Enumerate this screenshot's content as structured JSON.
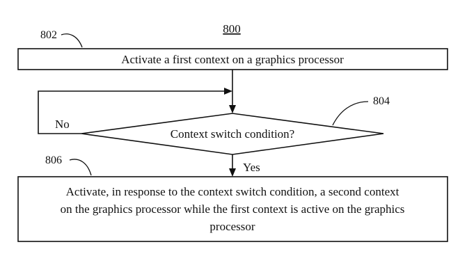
{
  "figure": {
    "number": "800"
  },
  "steps": [
    {
      "ref": "802",
      "lines": [
        "Activate a first context on a graphics processor"
      ]
    },
    {
      "ref": "804",
      "lines": [
        "Context switch condition?"
      ]
    },
    {
      "ref": "806",
      "lines": [
        "Activate, in response to the context switch condition, a second context",
        "on the graphics processor while the first context is active on the graphics",
        "processor"
      ]
    }
  ],
  "branches": {
    "no_label": "No",
    "yes_label": "Yes"
  }
}
